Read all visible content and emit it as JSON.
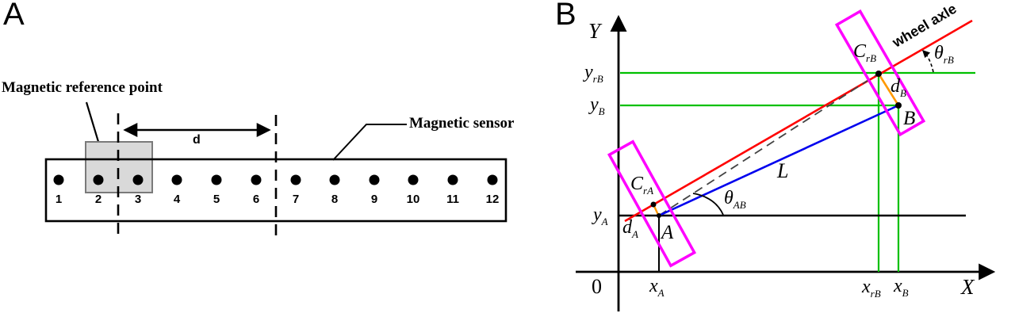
{
  "panelA": {
    "label": "A",
    "reference_point_label": "Magnetic reference point",
    "sensor_label": "Magnetic sensor",
    "distance_label": "d",
    "sensor_numbers": [
      "1",
      "2",
      "3",
      "4",
      "5",
      "6",
      "7",
      "8",
      "9",
      "10",
      "11",
      "12"
    ]
  },
  "panelB": {
    "label": "B",
    "axis_labels": {
      "x": "X",
      "y": "Y",
      "origin": "0"
    },
    "wheel_axle_label": "wheel axle",
    "point_labels": {
      "A": "A",
      "B": "B",
      "L": "L"
    },
    "coord_labels": {
      "y_rB": {
        "base": "y",
        "sub": "rB"
      },
      "y_B": {
        "base": "y",
        "sub": "B"
      },
      "y_A": {
        "base": "y",
        "sub": "A"
      },
      "x_A": {
        "base": "x",
        "sub": "A"
      },
      "x_rB": {
        "base": "x",
        "sub": "rB"
      },
      "x_B": {
        "base": "x",
        "sub": "B"
      }
    },
    "ref_point_labels": {
      "C_rA": {
        "base": "C",
        "sub": "rA"
      },
      "C_rB": {
        "base": "C",
        "sub": "rB"
      }
    },
    "offset_labels": {
      "d_A": {
        "base": "d",
        "sub": "A"
      },
      "d_B": {
        "base": "d",
        "sub": "B"
      }
    },
    "angle_labels": {
      "theta_AB": {
        "base": "θ",
        "sub": "AB"
      },
      "theta_rB": {
        "base": "θ",
        "sub": "rB"
      }
    }
  },
  "colors": {
    "wheel_axle_red": "#ff0000",
    "chord_blue": "#0000ee",
    "projection_green": "#00c000",
    "sensor_magenta": "#ff00ff",
    "offset_orange": "#ff9900",
    "reference_box_gray": "#d9d9d9"
  }
}
